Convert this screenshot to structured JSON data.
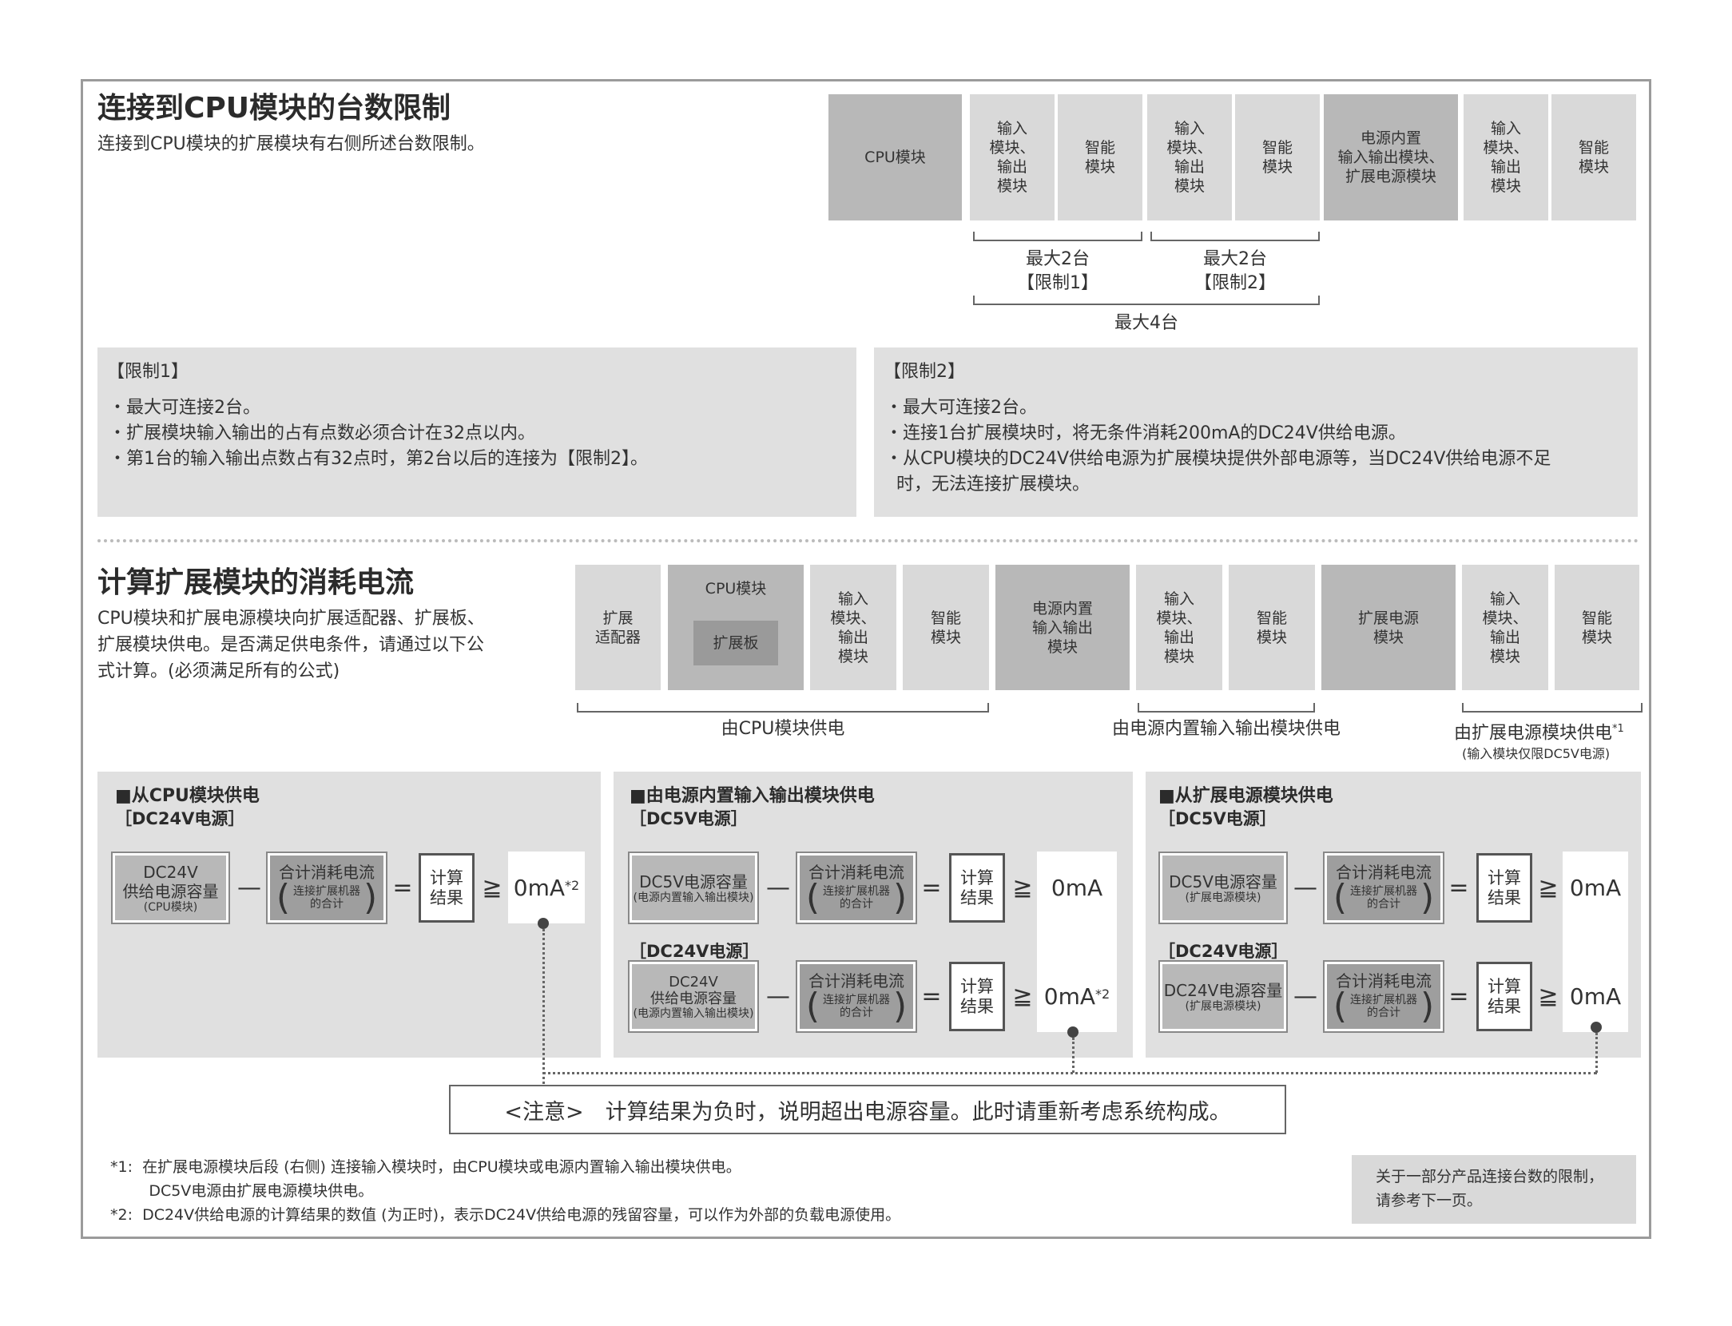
{
  "section1": {
    "title": "连接到CPU模块的台数限制",
    "desc": "连接到CPU模块的扩展模块有右侧所述台数限制。",
    "blocks": [
      "CPU模块",
      "输入\n模块、\n输出\n模块",
      "智能\n模块",
      "输入\n模块、\n输出\n模块",
      "智能\n模块",
      "电源内置\n输入输出模块、\n扩展电源模块",
      "输入\n模块、\n输出\n模块",
      "智能\n模块"
    ],
    "bracket1_label": "最大2台\n【限制1】",
    "bracket2_label": "最大2台\n【限制2】",
    "bracket_total_label": "最大4台",
    "limit1": {
      "title": "【限制1】",
      "items": [
        "・最大可连接2台。",
        "・扩展模块输入输出的占有点数必须合计在32点以内。",
        "・第1台的输入输出点数占有32点时，第2台以后的连接为【限制2】。"
      ]
    },
    "limit2": {
      "title": "【限制2】",
      "items": [
        "・最大可连接2台。",
        "・连接1台扩展模块时，将无条件消耗200mA的DC24V供给电源。",
        "・从CPU模块的DC24V供给电源为扩展模块提供外部电源等，当DC24V供给电源不足\n  时，无法连接扩展模块。"
      ]
    }
  },
  "section2": {
    "title": "计算扩展模块的消耗电流",
    "desc": "CPU模块和扩展电源模块向扩展适配器、扩展板、\n扩展模块供电。是否满足供电条件，请通过以下公\n式计算。(必须满足所有的公式)",
    "blocks": {
      "adapter": "扩展\n适配器",
      "cpu": "CPU模块",
      "board": "扩展板",
      "io1": "输入\n模块、\n输出\n模块",
      "smart1": "智能\n模块",
      "psio": "电源内置\n输入输出\n模块",
      "io2": "输入\n模块、\n输出\n模块",
      "smart2": "智能\n模块",
      "extps": "扩展电源\n模块",
      "io3": "输入\n模块、\n输出\n模块",
      "smart3": "智能\n模块"
    },
    "supply_cpu": "由CPU模块供电",
    "supply_psio": "由电源内置输入输出模块供电",
    "supply_ext": "由扩展电源模块供电",
    "supply_ext_mark": "*1",
    "supply_ext_note": "(输入模块仅限DC5V电源)"
  },
  "panels": {
    "cpu": {
      "title": "■从CPU模块供电",
      "sub1": "［DC24V电源］",
      "cap_main": "DC24V\n供给电源容量",
      "cap_small": "(CPU模块)",
      "result": "0mA",
      "result_mark": "*2"
    },
    "psio": {
      "title": "■由电源内置输入输出模块供电",
      "sub1": "［DC5V电源］",
      "cap1_main": "DC5V电源容量",
      "cap1_small": "(电源内置输入输出模块)",
      "result1": "0mA",
      "sub2": "［DC24V电源］",
      "cap2_main": "DC24V\n供给电源容量",
      "cap2_small": "(电源内置输入输出模块)",
      "result2": "0mA",
      "result2_mark": "*2"
    },
    "ext": {
      "title": "■从扩展电源模块供电",
      "sub1": "［DC5V电源］",
      "cap1_main": "DC5V电源容量",
      "cap1_small": "(扩展电源模块)",
      "result1": "0mA",
      "sub2": "［DC24V电源］",
      "cap2_main": "DC24V电源容量",
      "cap2_small": "(扩展电源模块)",
      "result2": "0mA"
    }
  },
  "formula": {
    "total_title": "合计消耗电流",
    "total_small": "连接扩展机器\n的合计",
    "calc": "计算\n结果",
    "minus": "—",
    "equals": "=",
    "geq": "≧"
  },
  "notice": "<注意>　计算结果为负时，说明超出电源容量。此时请重新考虑系统构成。",
  "footnotes": [
    "*1:  在扩展电源模块后段 (右侧) 连接输入模块时，由CPU模块或电源内置输入输出模块供电。",
    "        DC5V电源由扩展电源模块供电。",
    "*2:  DC24V供给电源的计算结果的数值 (为正时)，表示DC24V供给电源的残留容量，可以作为外部的负载电源使用。"
  ],
  "reference": "关于一部分产品连接台数的限制，\n请参考下一页。"
}
